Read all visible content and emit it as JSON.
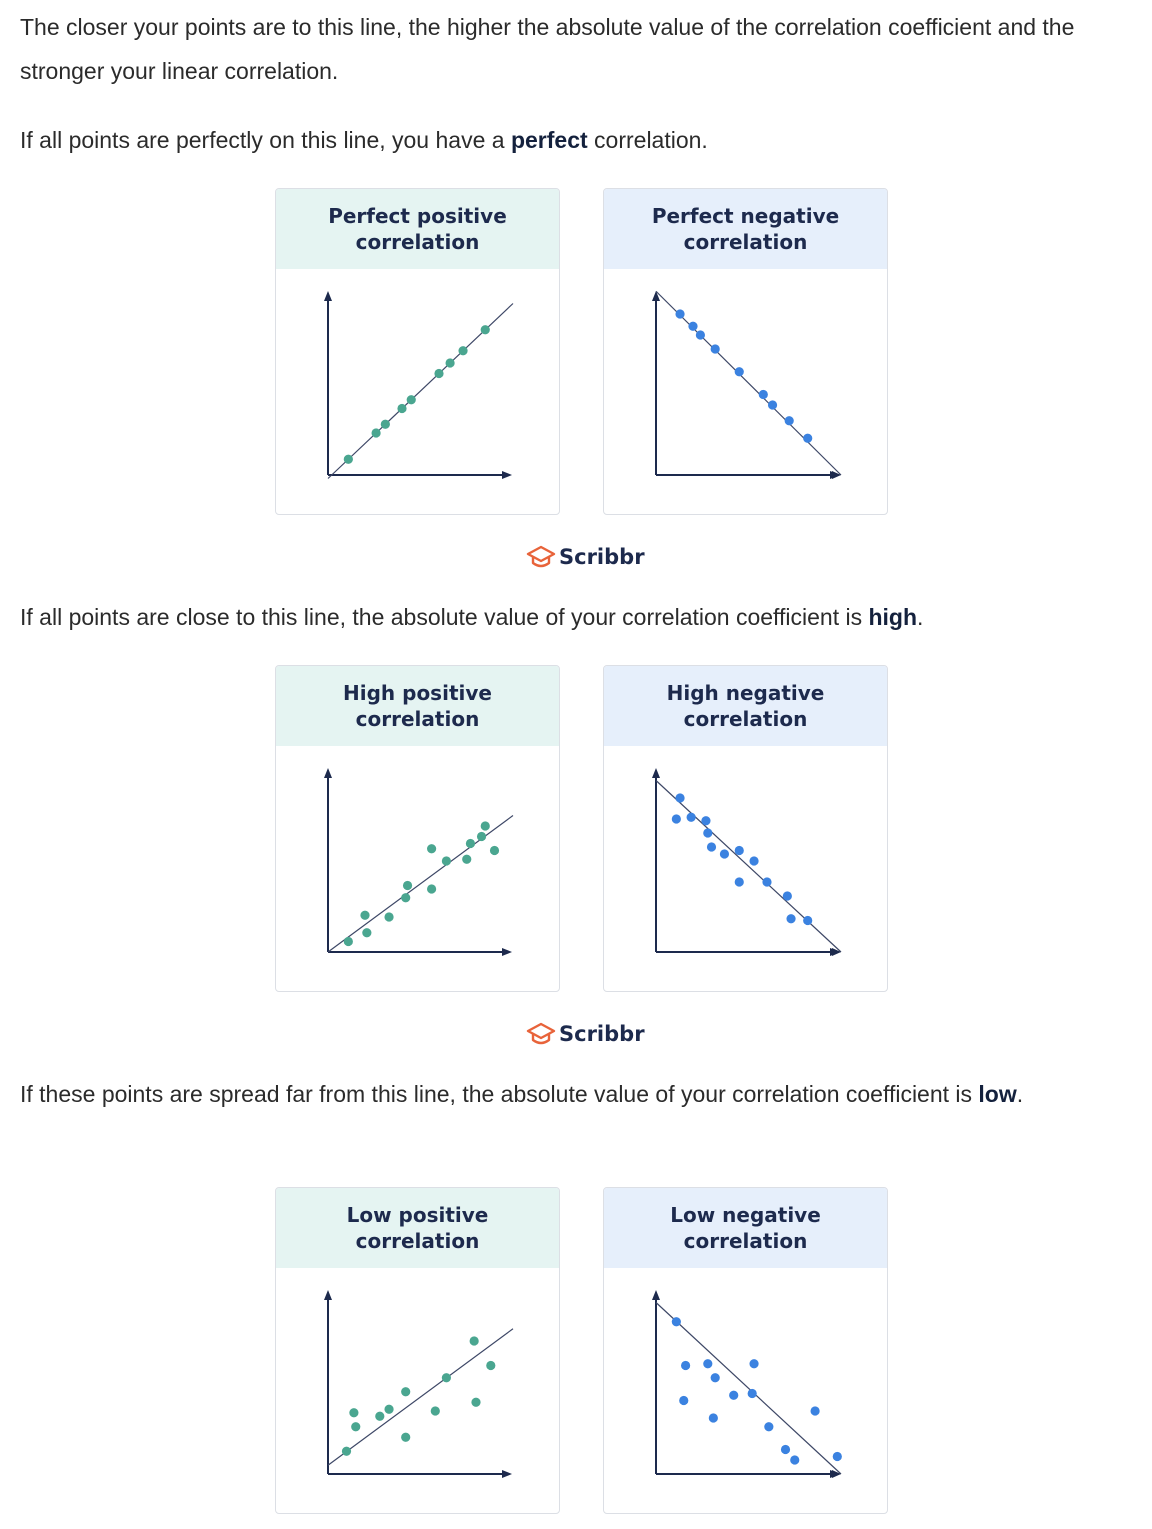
{
  "paragraphs": {
    "p1": "The closer your points are to this line, the higher the absolute value of the correlation coefficient and the stronger your linear correlation.",
    "p2_pre": "If all points are perfectly on this line, you have a ",
    "p2_bold": "perfect",
    "p2_post": " correlation.",
    "p3_pre": "If all points are close to this line, the absolute value of your correlation coefficient is ",
    "p3_bold": "high",
    "p3_post": ".",
    "p4_pre": "If these points are spread far from this line, the absolute value of your correlation coefficient is ",
    "p4_bold": "low",
    "p4_post": "."
  },
  "brand": {
    "name": "Scribbr",
    "icon": "graduation-cap-icon",
    "color": "#e8633a"
  },
  "colors": {
    "positive_dots": "#4aa690",
    "negative_dots": "#3b82e0",
    "axis": "#1d2a4d"
  },
  "figures": [
    {
      "title": "Perfect positive correlation",
      "kind": "positive"
    },
    {
      "title": "Perfect negative correlation",
      "kind": "negative"
    },
    {
      "title": "High positive correlation",
      "kind": "positive"
    },
    {
      "title": "High negative correlation",
      "kind": "negative"
    },
    {
      "title": "Low positive correlation",
      "kind": "positive"
    },
    {
      "title": "Low negative correlation",
      "kind": "negative"
    }
  ],
  "chart_data": [
    {
      "type": "scatter",
      "title": "Perfect positive correlation",
      "x": [
        0.11,
        0.26,
        0.31,
        0.4,
        0.45,
        0.6,
        0.66,
        0.73,
        0.85
      ],
      "y": [
        0.09,
        0.24,
        0.29,
        0.38,
        0.43,
        0.58,
        0.64,
        0.71,
        0.83
      ],
      "trend": [
        [
          0.0,
          -0.02
        ],
        [
          1.0,
          0.98
        ]
      ]
    },
    {
      "type": "scatter",
      "title": "Perfect negative correlation",
      "x": [
        0.13,
        0.2,
        0.24,
        0.32,
        0.45,
        0.58,
        0.63,
        0.72,
        0.82
      ],
      "y": [
        0.92,
        0.85,
        0.8,
        0.72,
        0.59,
        0.46,
        0.4,
        0.31,
        0.21
      ],
      "trend": [
        [
          0.0,
          1.05
        ],
        [
          1.0,
          0.0
        ]
      ]
    },
    {
      "type": "scatter",
      "title": "High positive correlation",
      "x": [
        0.11,
        0.21,
        0.2,
        0.33,
        0.42,
        0.43,
        0.56,
        0.56,
        0.64,
        0.75,
        0.77,
        0.83,
        0.85,
        0.9
      ],
      "y": [
        0.06,
        0.11,
        0.21,
        0.2,
        0.31,
        0.38,
        0.36,
        0.59,
        0.52,
        0.53,
        0.62,
        0.66,
        0.72,
        0.58
      ],
      "trend": [
        [
          0.0,
          0.0
        ],
        [
          1.0,
          0.78
        ]
      ]
    },
    {
      "type": "scatter",
      "title": "High negative correlation",
      "x": [
        0.13,
        0.11,
        0.19,
        0.27,
        0.28,
        0.3,
        0.37,
        0.45,
        0.45,
        0.53,
        0.6,
        0.71,
        0.73,
        0.82
      ],
      "y": [
        0.88,
        0.76,
        0.77,
        0.75,
        0.68,
        0.6,
        0.56,
        0.58,
        0.4,
        0.52,
        0.4,
        0.32,
        0.19,
        0.18
      ],
      "trend": [
        [
          0.0,
          0.98
        ],
        [
          1.0,
          0.0
        ]
      ]
    },
    {
      "type": "scatter",
      "title": "Low positive correlation",
      "x": [
        0.1,
        0.15,
        0.14,
        0.28,
        0.33,
        0.42,
        0.42,
        0.58,
        0.64,
        0.79,
        0.8,
        0.88
      ],
      "y": [
        0.13,
        0.27,
        0.35,
        0.33,
        0.37,
        0.21,
        0.47,
        0.36,
        0.55,
        0.76,
        0.41,
        0.62
      ],
      "trend": [
        [
          0.0,
          0.05
        ],
        [
          1.0,
          0.83
        ]
      ]
    },
    {
      "type": "scatter",
      "title": "Low negative correlation",
      "x": [
        0.11,
        0.15,
        0.16,
        0.28,
        0.32,
        0.31,
        0.42,
        0.53,
        0.52,
        0.61,
        0.7,
        0.75,
        0.86,
        0.98
      ],
      "y": [
        0.87,
        0.42,
        0.62,
        0.63,
        0.55,
        0.32,
        0.45,
        0.63,
        0.46,
        0.27,
        0.14,
        0.08,
        0.36,
        0.1
      ],
      "trend": [
        [
          0.0,
          0.98
        ],
        [
          1.0,
          0.0
        ]
      ]
    }
  ]
}
